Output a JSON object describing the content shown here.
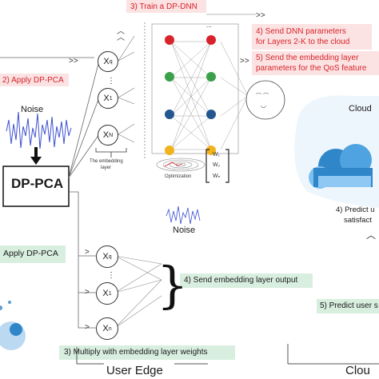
{
  "steps": {
    "train": "3) Train a DP-DNN",
    "apply_top": "2) Apply DP-PCA",
    "send_params_1": "4) Send DNN parameters",
    "send_params_2": "for Layers 2-K to the cloud",
    "send_emb_1": "5) Send the embedding layer",
    "send_emb_2": "parameters for the QoS feature",
    "apply_bottom": "Apply DP-PCA",
    "send_output": "4) Send embedding layer output",
    "multiply": "3) Multiply with embedding layer weights",
    "predict_sat_1": "4) Predict u",
    "predict_sat_2": "satisfact",
    "predict_user": "5) Predict user s"
  },
  "labels": {
    "noise_left": "Noise",
    "dp_pca": "DP-PCA",
    "embedding_1": "The embedding",
    "embedding_2": "layer",
    "optimization": "Optimization",
    "noise_center": "Noise",
    "cloud": "Cloud",
    "user_edge": "User Edge",
    "cloud_bottom": "Clou",
    "dots": "...",
    "vdots": "⋮"
  },
  "nodes": {
    "top": [
      "X",
      "X",
      "X"
    ],
    "top_sub": [
      "q",
      "1",
      "N"
    ],
    "bottom": [
      "X",
      "X",
      "X"
    ],
    "bottom_sub": [
      "q",
      "1",
      "n"
    ]
  },
  "weights": {
    "w1": "W₁",
    "w2": "W₂",
    "wn": "Wₙ"
  },
  "colors": {
    "pink_box": "#fbe3e3",
    "green_box": "#d8eedf",
    "red_text": "#d8232a",
    "noise_blue": "#3b4fd0",
    "cloud_blue": "#2f86c9"
  }
}
